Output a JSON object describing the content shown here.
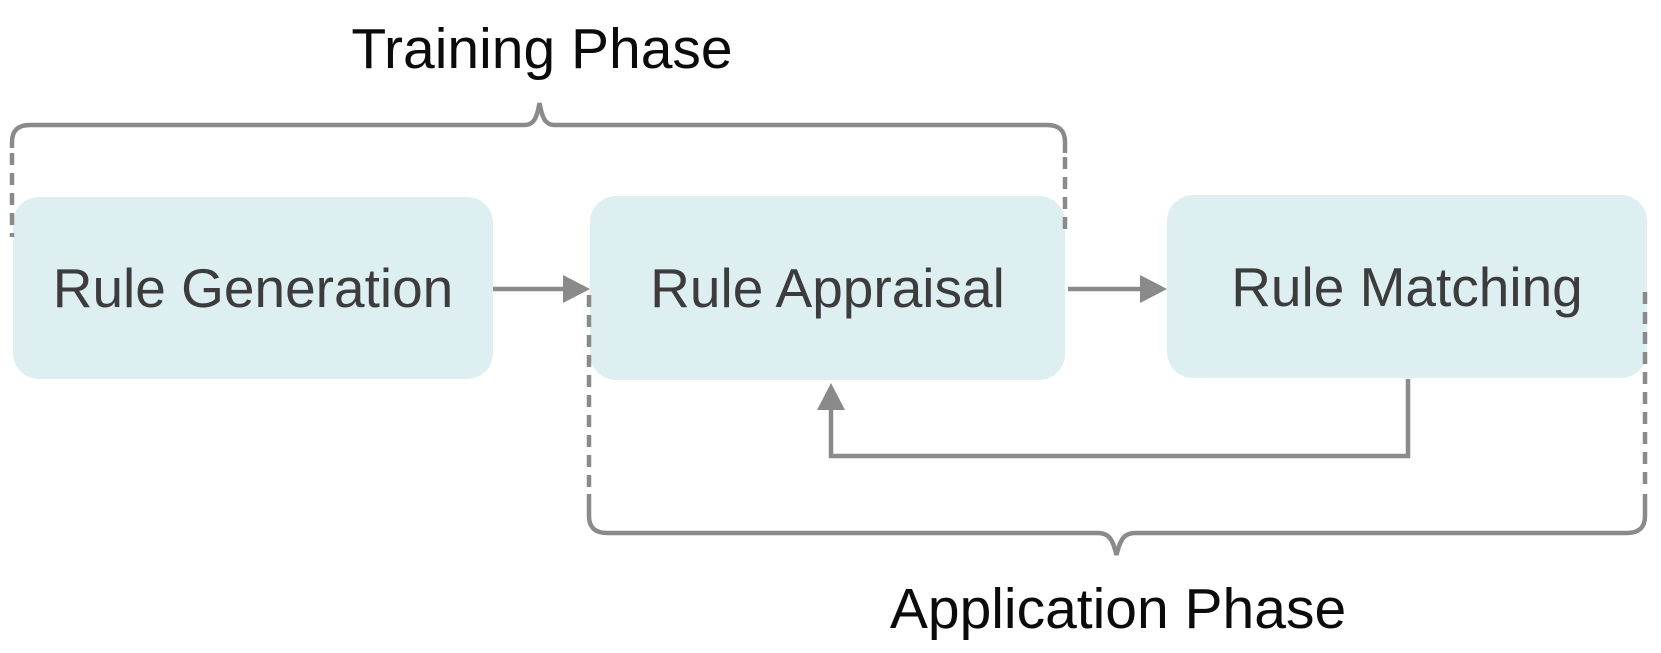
{
  "braces": {
    "training": {
      "label": "Training Phase"
    },
    "application": {
      "label": "Application Phase"
    }
  },
  "nodes": [
    {
      "label": "Rule Generation"
    },
    {
      "label": "Rule Appraisal"
    },
    {
      "label": "Rule Matching"
    }
  ],
  "edges": [
    {
      "from": "Rule Generation",
      "to": "Rule Appraisal",
      "style": "arrow"
    },
    {
      "from": "Rule Appraisal",
      "to": "Rule Matching",
      "style": "arrow"
    },
    {
      "from": "Rule Matching",
      "to": "Rule Appraisal",
      "style": "feedback-arrow"
    }
  ],
  "colors": {
    "node_fill": "#ddeff1",
    "connector_gray": "#8a8a8a",
    "node_text": "#3c3c3c",
    "label_text": "#0b0b0b",
    "background": "#ffffff"
  }
}
